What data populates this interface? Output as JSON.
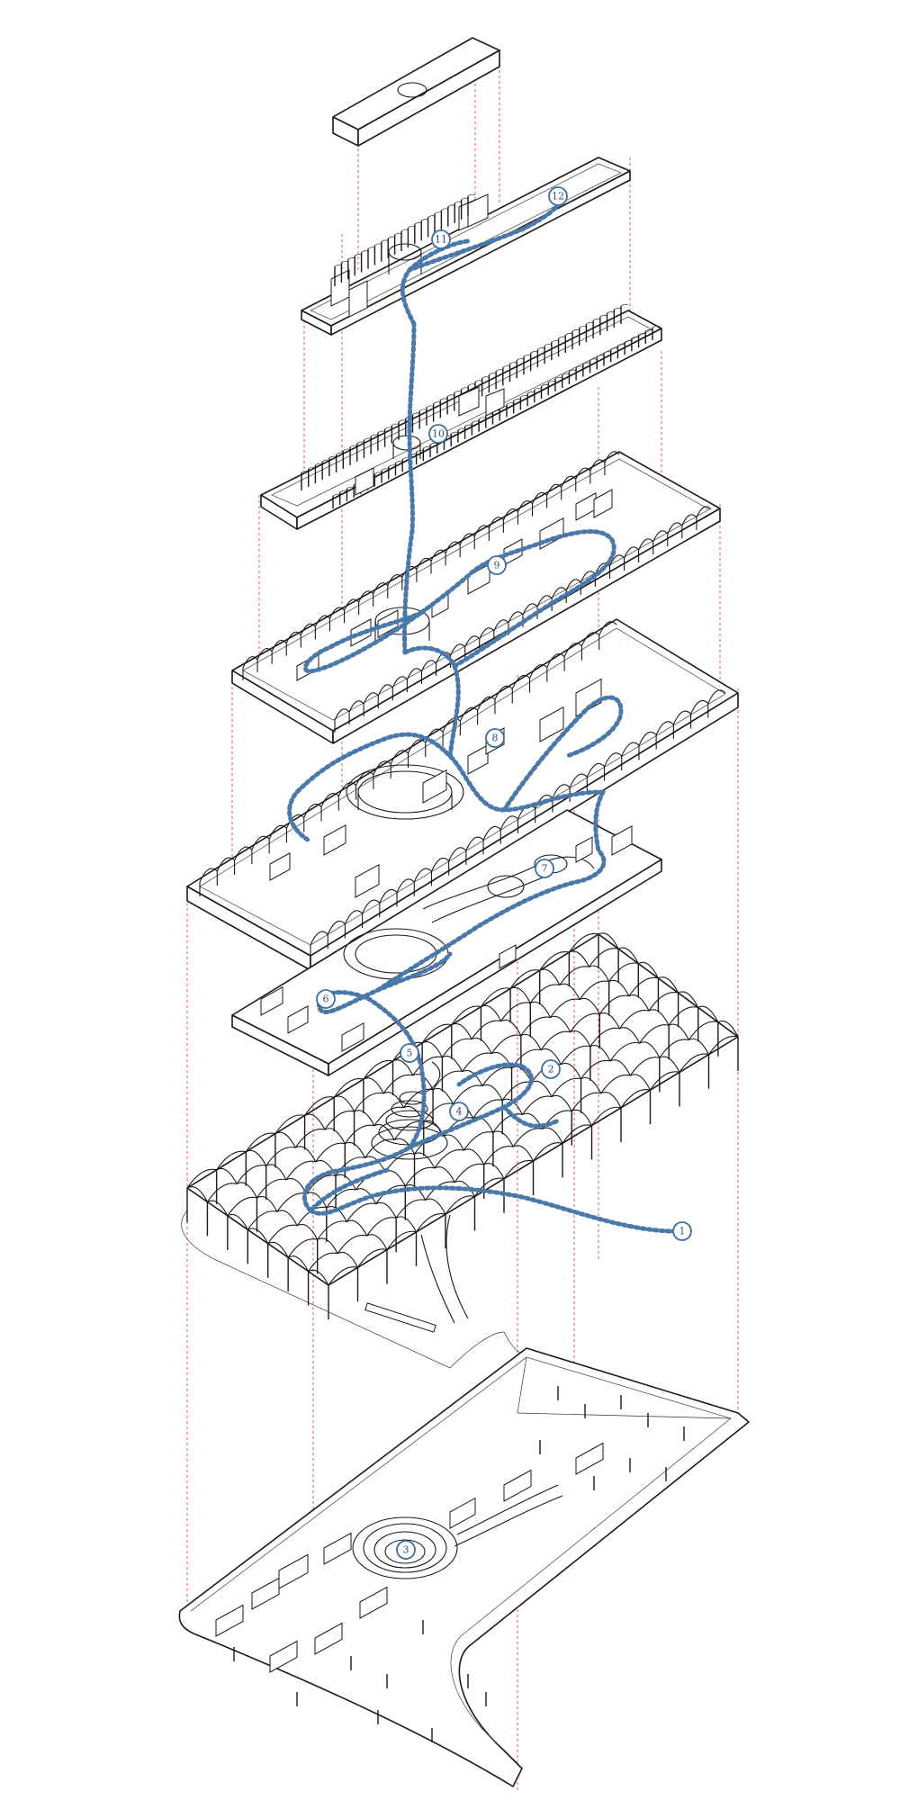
{
  "palette": {
    "line": "#1a1a1a",
    "guide": "#e0443a",
    "route": "#4a78a8",
    "background": "#ffffff"
  },
  "route_markers": [
    {
      "id": "m1",
      "label": "1"
    },
    {
      "id": "m2",
      "label": "2"
    },
    {
      "id": "m3",
      "label": "3"
    },
    {
      "id": "m4",
      "label": "4"
    },
    {
      "id": "m5",
      "label": "5"
    },
    {
      "id": "m6",
      "label": "6"
    },
    {
      "id": "m7",
      "label": "7"
    },
    {
      "id": "m8",
      "label": "8"
    },
    {
      "id": "m9",
      "label": "9"
    },
    {
      "id": "m10",
      "label": "10"
    },
    {
      "id": "m11",
      "label": "11"
    },
    {
      "id": "m12",
      "label": "12"
    }
  ],
  "icons": {
    "guide-lines": "vertical-dashed-projection-lines",
    "route": "dotted-circulation-path"
  }
}
